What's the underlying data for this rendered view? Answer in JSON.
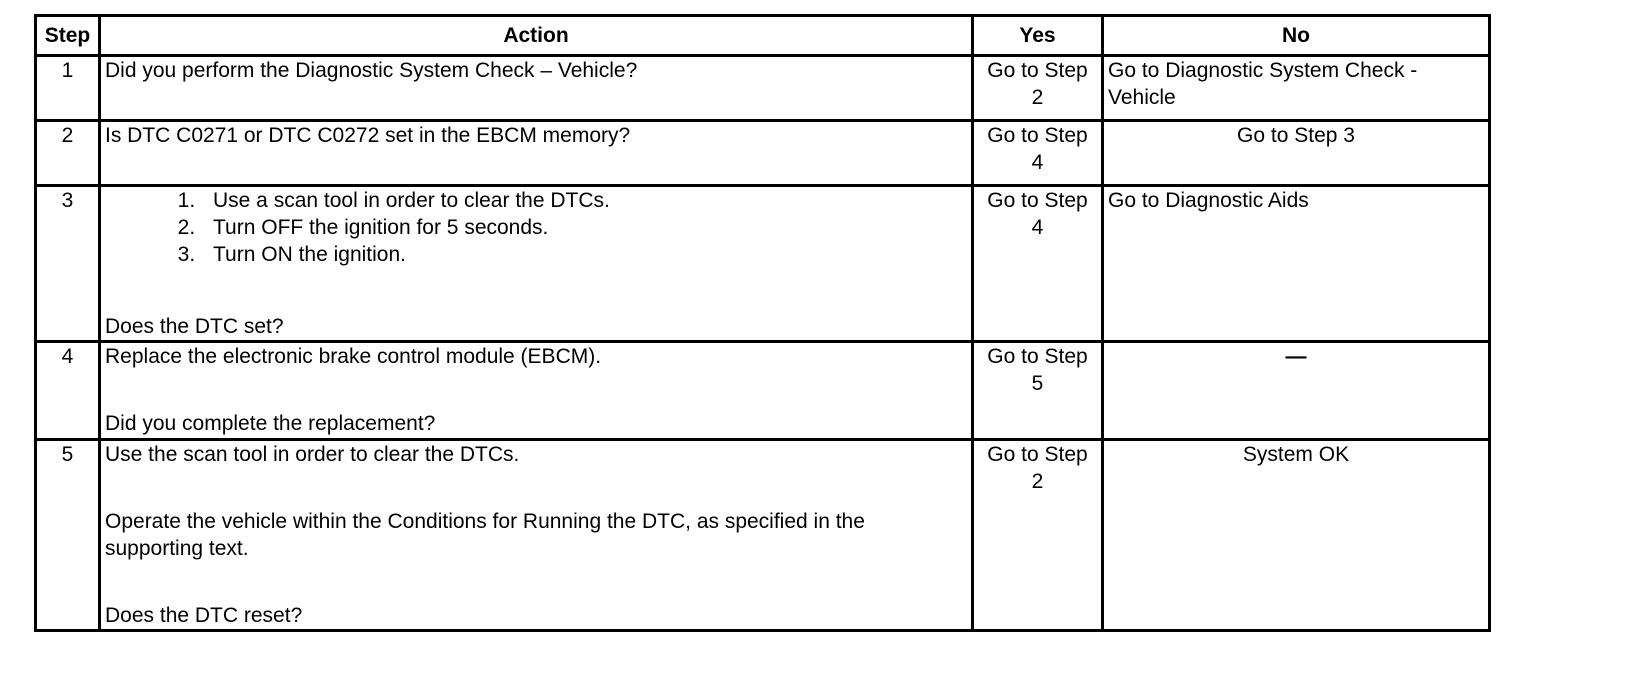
{
  "headers": {
    "step": "Step",
    "action": "Action",
    "yes": "Yes",
    "no": "No"
  },
  "rows": [
    {
      "step": "1",
      "action_lines": [
        "Did you perform the Diagnostic System Check – Vehicle?"
      ],
      "yes": [
        "Go to Step",
        "2"
      ],
      "no": [
        "Go to Diagnostic System Check -",
        "Vehicle"
      ]
    },
    {
      "step": "2",
      "action_lines": [
        "Is DTC C0271 or DTC C0272 set in the EBCM memory?"
      ],
      "yes": [
        "Go to Step",
        "4"
      ],
      "no": [
        "Go to Step 3"
      ]
    },
    {
      "step": "3",
      "list_items": [
        "Use a scan tool in order to clear the DTCs.",
        "Turn OFF the ignition for 5 seconds.",
        "Turn ON the ignition."
      ],
      "action_lines": [
        "Does the DTC set?"
      ],
      "yes": [
        "Go to Step",
        "4"
      ],
      "no": [
        "Go to Diagnostic Aids"
      ]
    },
    {
      "step": "4",
      "action_lines": [
        "Replace the electronic brake control module (EBCM).",
        "Did you complete the replacement?"
      ],
      "yes": [
        "Go to Step",
        "5"
      ],
      "no": [
        "—"
      ]
    },
    {
      "step": "5",
      "action_lines": [
        "Use the scan tool in order to clear the DTCs.",
        "Operate the vehicle within the Conditions for Running the DTC, as specified in the supporting text.",
        "Does the DTC reset?"
      ],
      "yes": [
        "Go to Step",
        "2"
      ],
      "no": [
        "System OK"
      ]
    }
  ]
}
